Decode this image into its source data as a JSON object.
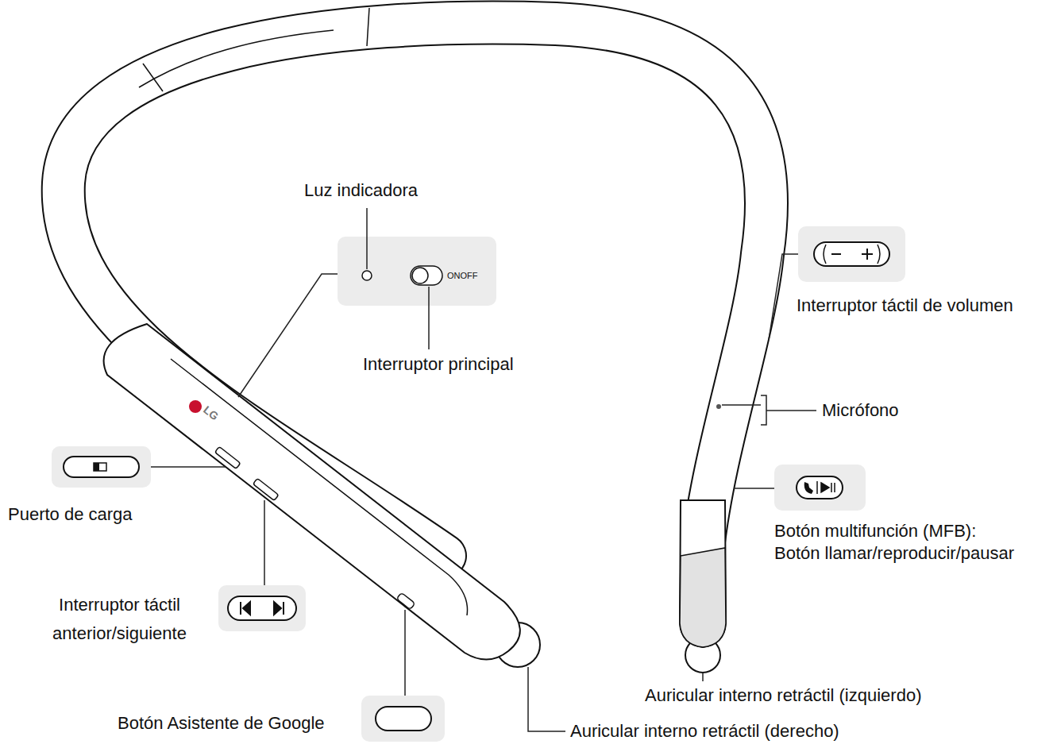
{
  "diagram": {
    "labels": [
      "Luz indicadora",
      "ONOFF",
      "Interruptor principal",
      "Interruptor táctil de volumen",
      "Micrófono",
      "LG",
      "Puerto de carga",
      "Botón multifunción (MFB): Botón llamar/reproducir/pausar",
      "Interruptor táctil anterior/siguiente",
      "Auricular interno retráctil (izquierdo)",
      "Botón Asistente de Google",
      "Auricular interno retráctil (derecho)"
    ]
  }
}
